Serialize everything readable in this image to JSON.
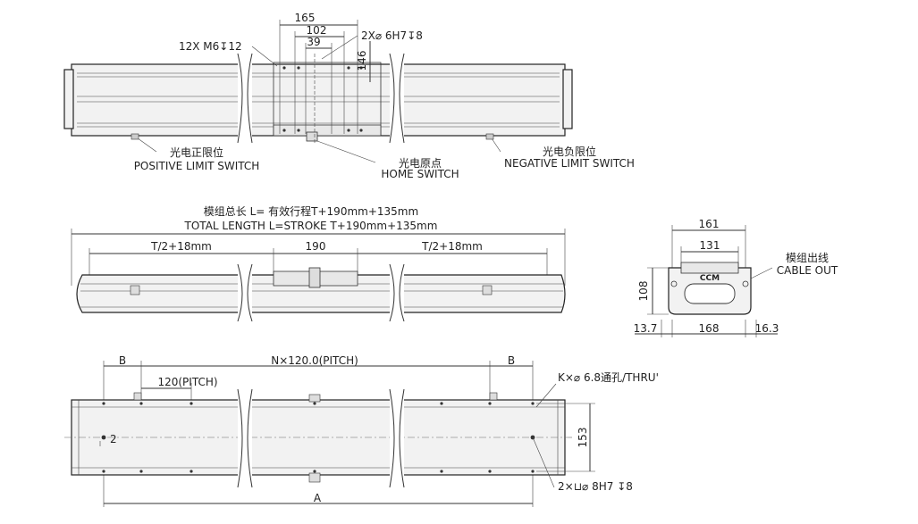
{
  "top_view": {
    "dim_165": "165",
    "dim_102": "102",
    "dim_39": "39",
    "dim_146": "146",
    "holes_m6": "12X  M6↧12",
    "pins_6h7": "2X⌀ 6H7↧8",
    "pos_limit_cn": "光电正限位",
    "pos_limit_en": "POSITIVE LIMIT SWITCH",
    "home_cn": "光电原点",
    "home_en": "HOME SWITCH",
    "neg_limit_cn": "光电负限位",
    "neg_limit_en": "NEGATIVE LIMIT SWITCH"
  },
  "side_view": {
    "length_cn": "模组总长 L= 有效行程T+190mm+135mm",
    "length_en": "TOTAL LENGTH  L=STROKE  T+190mm+135mm",
    "half_left": "T/2+18mm",
    "center": "190",
    "half_right": "T/2+18mm"
  },
  "end_view": {
    "dim_161": "161",
    "dim_131": "131",
    "dim_108": "108",
    "dim_13_7": "13.7",
    "dim_168": "168",
    "dim_16_3": "16.3",
    "cable_cn": "模组出线",
    "cable_en": "CABLE OUT",
    "logo": "CCM"
  },
  "bottom_view": {
    "b_left": "B",
    "pitch_n": "N×120.0(PITCH)",
    "b_right": "B",
    "pitch_120": "120(PITCH)",
    "thru_holes": "K×⌀ 6.8通孔/THRU'",
    "dim_2": "2",
    "dim_153": "153",
    "pins_8h7": "2×⊔⌀ 8H7 ↧8",
    "dim_a": "A"
  }
}
